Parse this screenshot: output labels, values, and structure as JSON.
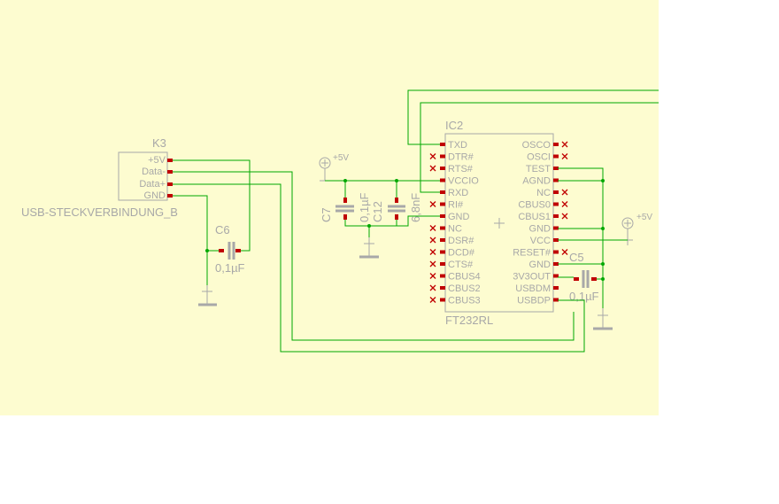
{
  "colors": {
    "background": "#fdfcd0",
    "wire": "#00a800",
    "outline": "#a8a8a8",
    "pin": "#c00000",
    "nc_marker": "#c00000"
  },
  "k3": {
    "name": "K3",
    "value": "USB-STECKVERBINDUNG_B",
    "pins": [
      "+5V",
      "Data-",
      "Data+",
      "GND"
    ]
  },
  "c6": {
    "name": "C6",
    "value": "0,1µF"
  },
  "c7": {
    "name": "C7",
    "value": "0,1µF"
  },
  "c12": {
    "name": "C12",
    "value": "6,8nF"
  },
  "c5": {
    "name": "C5",
    "value": "0,1µF"
  },
  "ic2": {
    "name": "IC2",
    "value": "FT232RL",
    "left_pins": [
      "TXD",
      "DTR#",
      "RTS#",
      "VCCIO",
      "RXD",
      "RI#",
      "GND",
      "NC",
      "DSR#",
      "DCD#",
      "CTS#",
      "CBUS4",
      "CBUS2",
      "CBUS3"
    ],
    "right_pins": [
      "OSCO",
      "OSCI",
      "TEST",
      "AGND",
      "NC",
      "CBUS0",
      "CBUS1",
      "GND",
      "VCC",
      "RESET#",
      "GND",
      "3V3OUT",
      "USBDM",
      "USBDP"
    ]
  },
  "supply": {
    "p5v_label": "+5V"
  }
}
